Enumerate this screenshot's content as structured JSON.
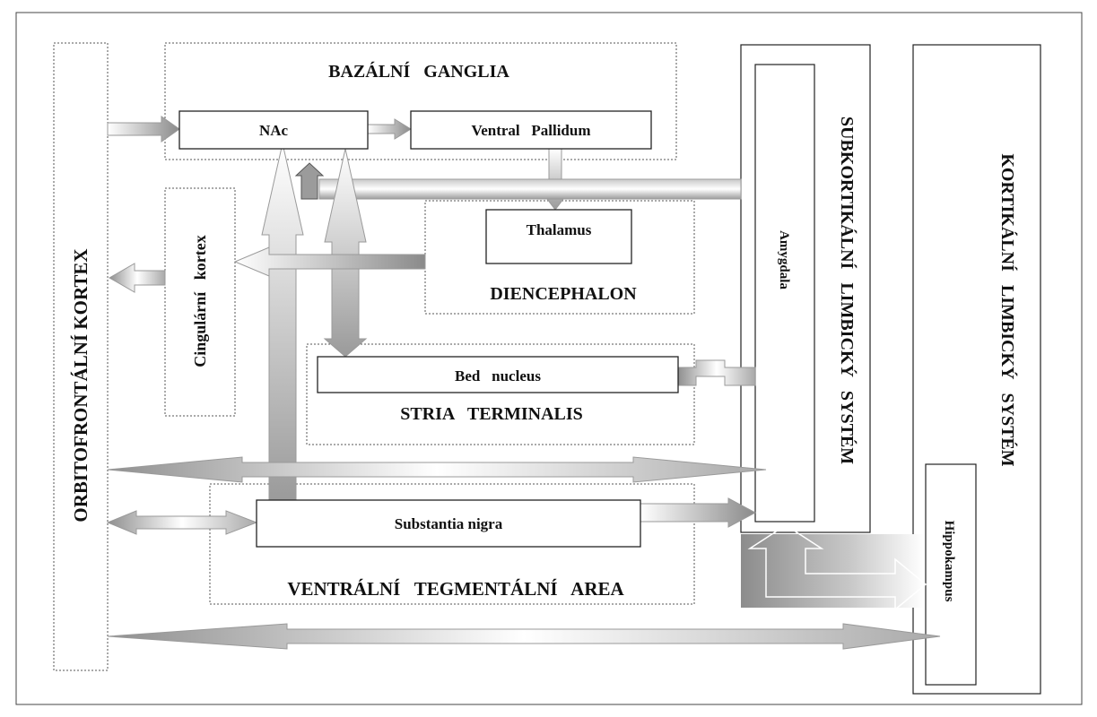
{
  "labels": {
    "orbitofrontal": "ORBITOFRONTÁLNÍ   KORTEX",
    "basal_ganglia": "BAZÁLNÍ   GANGLIA",
    "nac": "NAc",
    "ventral_pallidum": "Ventral   Pallidum",
    "cingulate": "Cingulární   kortex",
    "thalamus": "Thalamus",
    "diencephalon": "DIENCEPHALON",
    "bed_nucleus": "Bed   nucleus",
    "stria_terminalis": "STRIA   TERMINALIS",
    "substantia_nigra": "Substantia nigra",
    "vta": "VENTRÁLNÍ   TEGMENTÁLNÍ   AREA",
    "subcortical_limbic": "SUBKORTIKÁLNÍ   LIMBICKÝ   SYSTÉM",
    "amygdala": "Amygdala",
    "cortical_limbic": "KORTIKÁLNÍ   LIMBICKÝ   SYSTÉM",
    "hippocampus": "Hippokampus"
  },
  "colors": {
    "arrow_light": "#ffffff",
    "arrow_dark": "#8f8f8f",
    "outline": "#222222"
  }
}
